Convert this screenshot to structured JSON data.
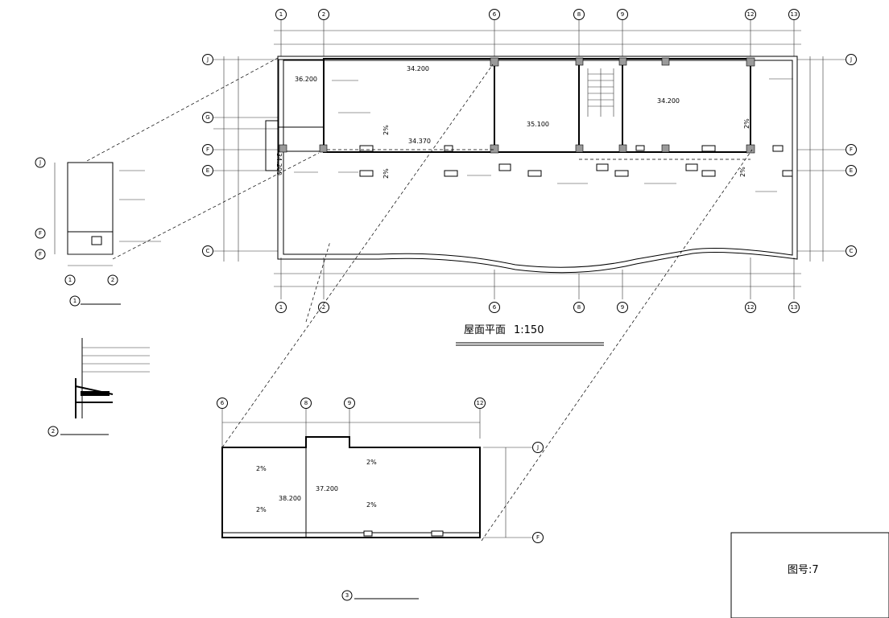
{
  "drawing_title": "屋面平面",
  "drawing_scale": "1:150",
  "sheet_label": "图号:7",
  "axes_top": [
    "1",
    "2",
    "6",
    "8",
    "9",
    "12",
    "13"
  ],
  "axes_bottom": [
    "1",
    "2",
    "6",
    "8",
    "9",
    "12",
    "13"
  ],
  "axes_left": [
    "J",
    "G",
    "F",
    "E",
    "C"
  ],
  "axes_right": [
    "J",
    "F",
    "E",
    "C"
  ],
  "elevations": {
    "e1": "36.200",
    "e2": "34.200",
    "e3": "35.100",
    "e4": "34.200",
    "e5": "34.370",
    "e6": "34.200",
    "e7": "38.200",
    "e8": "37.200"
  },
  "slopes": {
    "s1": "2%",
    "s2": "2%",
    "s3": "2%",
    "s4": "2%",
    "s5": "2%",
    "s6": "2%",
    "s7": "2%",
    "s8": "2%"
  },
  "detail1": {
    "num": "1",
    "axes": [
      "J",
      "F",
      "F"
    ],
    "axes_bottom": [
      "1",
      "2"
    ]
  },
  "detail2": {
    "num": "2"
  },
  "detail3": {
    "num": "3",
    "axes_top": [
      "6",
      "8",
      "9",
      "12"
    ],
    "axes_right": [
      "J",
      "F"
    ]
  },
  "colors": {
    "line": "#000000",
    "column_fill": "#9a9a9a",
    "background": "#ffffff"
  }
}
